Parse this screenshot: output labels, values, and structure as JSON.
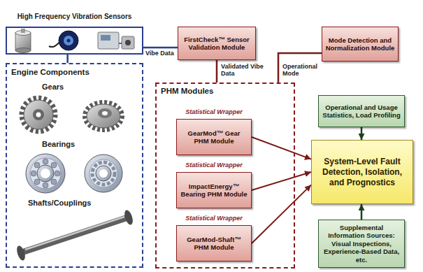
{
  "diagram": {
    "nodes": [
      {
        "text": [
          "High Frequency Vibration Sensors"
        ]
      },
      {
        "text": [
          "Engine Components"
        ]
      },
      {
        "text": [
          "FirstCheck™ Sensor Validation Module"
        ]
      },
      {
        "text": [
          "Mode Detection and Normalization Module"
        ]
      },
      {
        "text": [
          "PHM Modules"
        ]
      },
      {
        "text": [
          "GearMod™ Gear PHM Module"
        ],
        "in": 4
      },
      {
        "text": [
          "ImpactEnergy™ Bearing PHM Module"
        ],
        "in": 4
      },
      {
        "text": [
          "GearMod-Shaft™ PHM Module"
        ],
        "in": 4
      },
      {
        "text": [
          "Operational and Usage Statistics, Load Profiling"
        ]
      },
      {
        "text": [
          "System-Level Fault Detection, Isolation, and Prognostics"
        ]
      },
      {
        "text": [
          "Supplemental Information Sources: Visual Inspections, Experience-Based Data, etc."
        ]
      }
    ],
    "edges": [
      {
        "from": 0,
        "to": 2,
        "label": "Vibe Data",
        "arrow": "none"
      },
      {
        "from": 0,
        "to": 1,
        "arrow": "none"
      },
      {
        "from": 2,
        "to": 4,
        "label": "Validated Vibe Data",
        "arrow": "none"
      },
      {
        "from": 3,
        "to": 4,
        "label": "Operational Mode",
        "arrow": "none"
      },
      {
        "from": 5,
        "to": 9,
        "arrow": "to"
      },
      {
        "from": 6,
        "to": 9,
        "arrow": "to"
      },
      {
        "from": 7,
        "to": 9,
        "arrow": "to"
      },
      {
        "from": 8,
        "to": 9,
        "arrow": "to"
      },
      {
        "from": 10,
        "to": 9,
        "arrow": "to"
      }
    ],
    "labels": [
      "Gears",
      "Bearings",
      "Shafts/Couplings",
      "Statistical Wrapper",
      "Statistical Wrapper",
      "Statistical Wrapper"
    ]
  }
}
